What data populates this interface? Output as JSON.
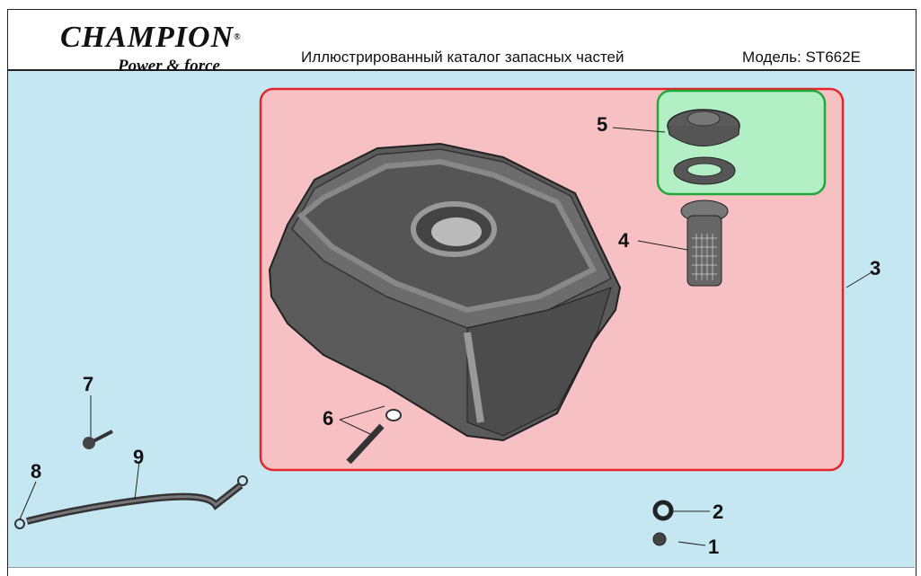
{
  "header": {
    "logo_text": "CHAMPION",
    "logo_tagline": "Power & force",
    "logo_reg": "®",
    "title": "Иллюстрированный каталог запасных частей",
    "model": "Модель: ST662E"
  },
  "diagram": {
    "callouts": [
      "1",
      "2",
      "3",
      "4",
      "5",
      "6",
      "7",
      "8",
      "9"
    ],
    "colors": {
      "background": "#c4e7f1",
      "tank_group_fill": "#f7c1c4",
      "tank_group_border": "#e3262b",
      "cap_group_fill": "#b3efc4",
      "cap_group_border": "#22a83a"
    }
  }
}
